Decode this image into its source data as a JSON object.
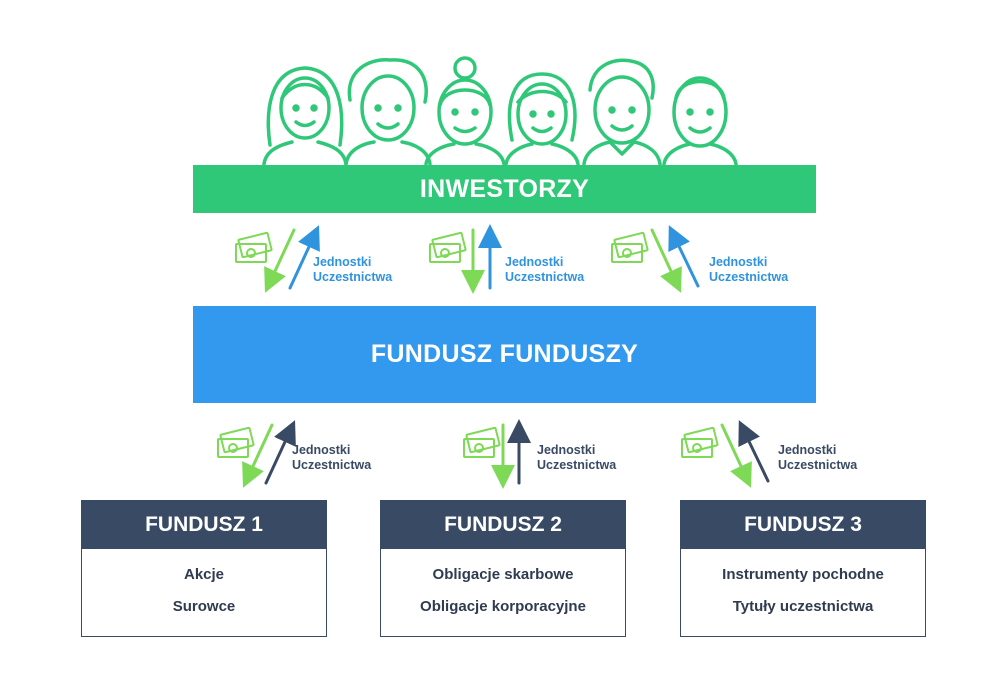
{
  "investors_label": "INWESTORZY",
  "fund_of_funds_label": "FUNDUSZ FUNDUSZY",
  "upper_flows": [
    {
      "line1": "Jednostki",
      "line2": "Uczestnictwa"
    },
    {
      "line1": "Jednostki",
      "line2": "Uczestnictwa"
    },
    {
      "line1": "Jednostki",
      "line2": "Uczestnictwa"
    }
  ],
  "lower_flows": [
    {
      "line1": "Jednostki",
      "line2": "Uczestnictwa"
    },
    {
      "line1": "Jednostki",
      "line2": "Uczestnictwa"
    },
    {
      "line1": "Jednostki",
      "line2": "Uczestnictwa"
    }
  ],
  "funds": [
    {
      "title": "FUNDUSZ 1",
      "items": [
        "Akcje",
        "Surowce"
      ]
    },
    {
      "title": "FUNDUSZ 2",
      "items": [
        "Obligacje skarbowe",
        "Obligacje korporacyjne"
      ]
    },
    {
      "title": "FUNDUSZ 3",
      "items": [
        "Instrumenty pochodne",
        "Tytuły uczestnictwa"
      ]
    }
  ],
  "colors": {
    "green": "#2fc878",
    "blue": "#3399ee",
    "navy": "#394a64",
    "money_green": "#7ed957"
  },
  "icons": [
    "person-icon",
    "money-icon",
    "arrow-down-icon",
    "arrow-up-icon"
  ]
}
